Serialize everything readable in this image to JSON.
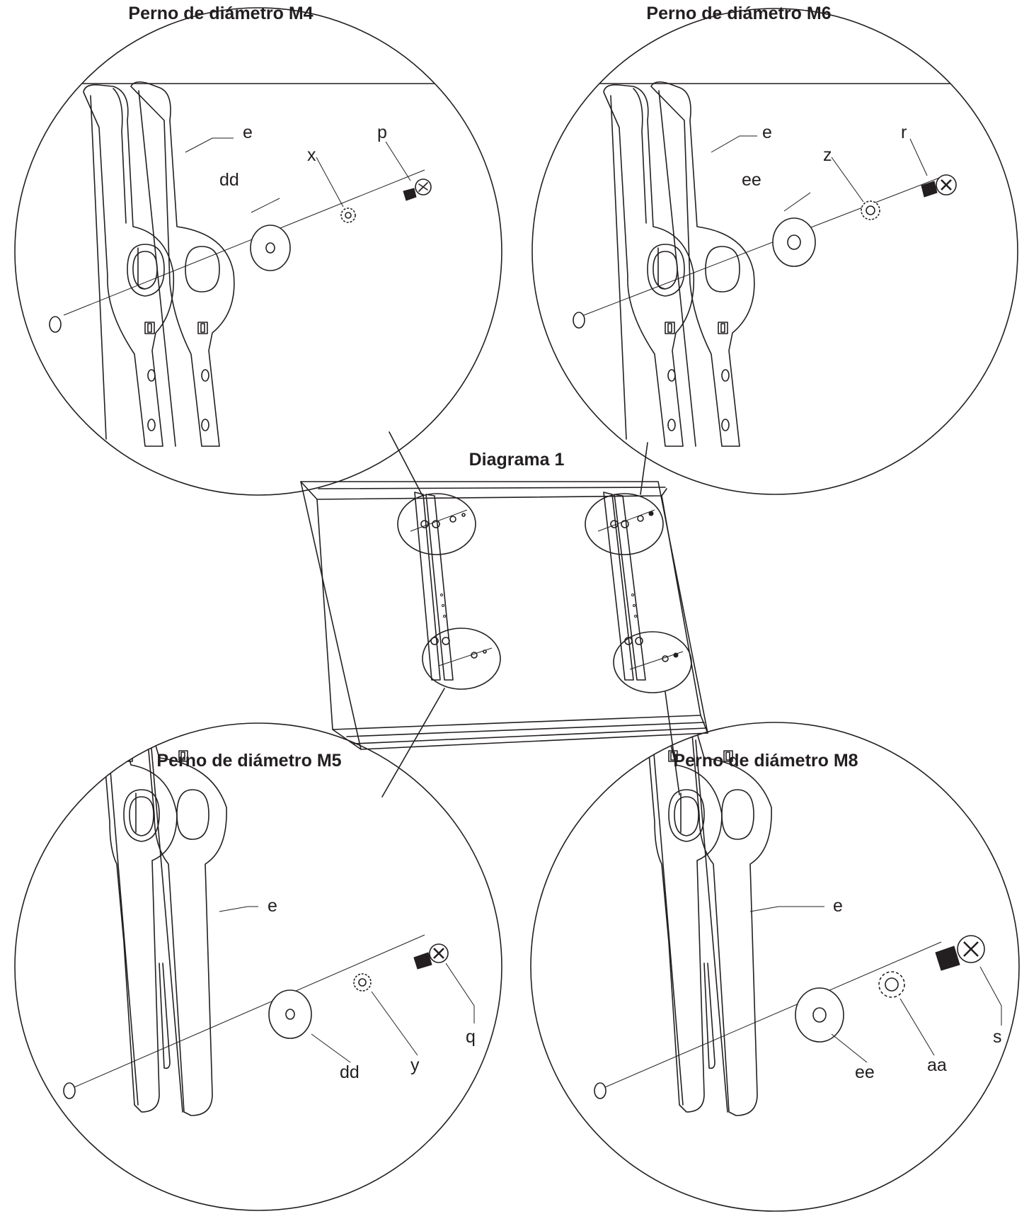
{
  "diagram": {
    "title": "Diagrama 1",
    "details": [
      {
        "id": "m4",
        "title": "Perno de diámetro M4",
        "labels": {
          "bracket": "e",
          "washer": "dd",
          "lock_washer": "x",
          "bolt": "p"
        }
      },
      {
        "id": "m6",
        "title": "Perno de diámetro M6",
        "labels": {
          "bracket": "e",
          "washer": "ee",
          "lock_washer": "z",
          "bolt": "r"
        }
      },
      {
        "id": "m5",
        "title": "Perno de diámetro M5",
        "labels": {
          "bracket": "e",
          "washer": "dd",
          "lock_washer": "y",
          "bolt": "q"
        }
      },
      {
        "id": "m8",
        "title": "Perno de diámetro M8",
        "labels": {
          "bracket": "e",
          "washer": "ee",
          "lock_washer": "aa",
          "bolt": "s"
        }
      }
    ],
    "colors": {
      "line": "#231f20",
      "background": "#ffffff"
    },
    "icons": [
      "screw-icon",
      "lock-washer-icon",
      "flat-washer-icon",
      "mounting-bracket-icon",
      "tv-panel-icon"
    ]
  }
}
